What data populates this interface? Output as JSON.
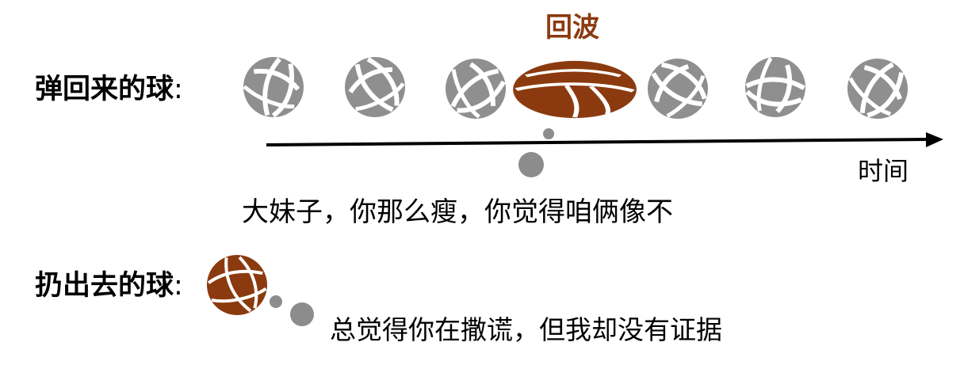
{
  "row_bounced": {
    "label": "弹回来的球",
    "colon": ":"
  },
  "row_thrown": {
    "label": "扔出去的球",
    "colon": ":"
  },
  "wave_title": "回波",
  "time_axis_label": "时间",
  "quote_bounced": "大妹子，你那么瘦，你觉得咱俩像不",
  "quote_thrown": "总觉得你在撒谎，但我却没有证据",
  "colors": {
    "gray_ball": "#8f8f8f",
    "brown_ball": "#8b3a0f",
    "axis": "#000000",
    "bubble": "#8c8c8c"
  }
}
